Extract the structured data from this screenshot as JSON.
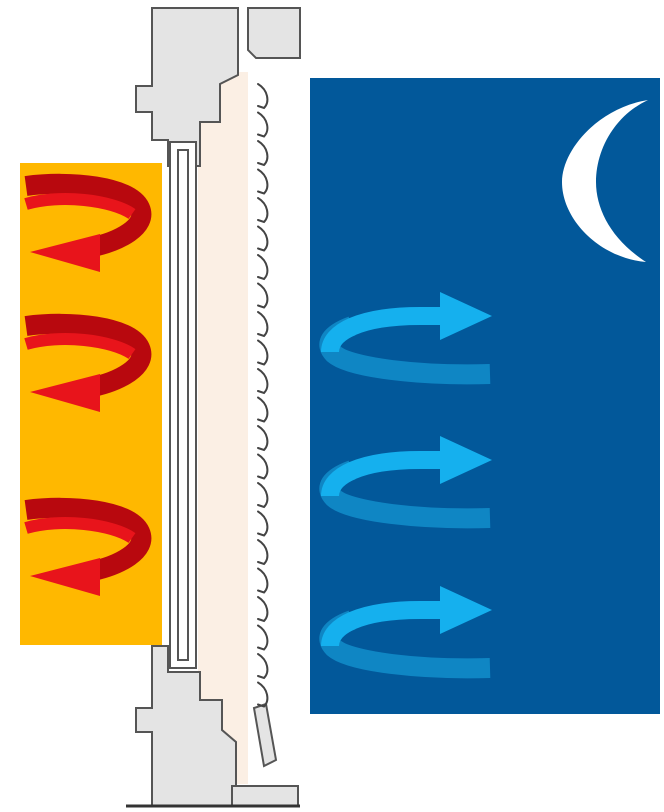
{
  "colors": {
    "warm_panel": "#ffb800",
    "warm_arrow": "#e8141b",
    "warm_arrow_dark": "#b8080e",
    "cold_panel": "#02589a",
    "cold_arrow": "#15b0ee",
    "cold_arrow_dark": "#0f86c4",
    "moon": "#ffffff",
    "frame": "#e4e4e4",
    "frame_outline": "#555555",
    "glass": "#ffffff",
    "shutter_zone": "#fbefe4",
    "shutter_slat": "#444444"
  },
  "icons": {
    "warm_side": "warm-air-circulation-arrows",
    "cold_side": "cold-air-circulation-arrows",
    "night": "crescent-moon-icon",
    "window": "window-frame-cross-section",
    "shutter": "roller-shutter-slats"
  },
  "counts": {
    "warm_arrows": 3,
    "cold_arrows": 3,
    "shutter_slats": 22
  }
}
